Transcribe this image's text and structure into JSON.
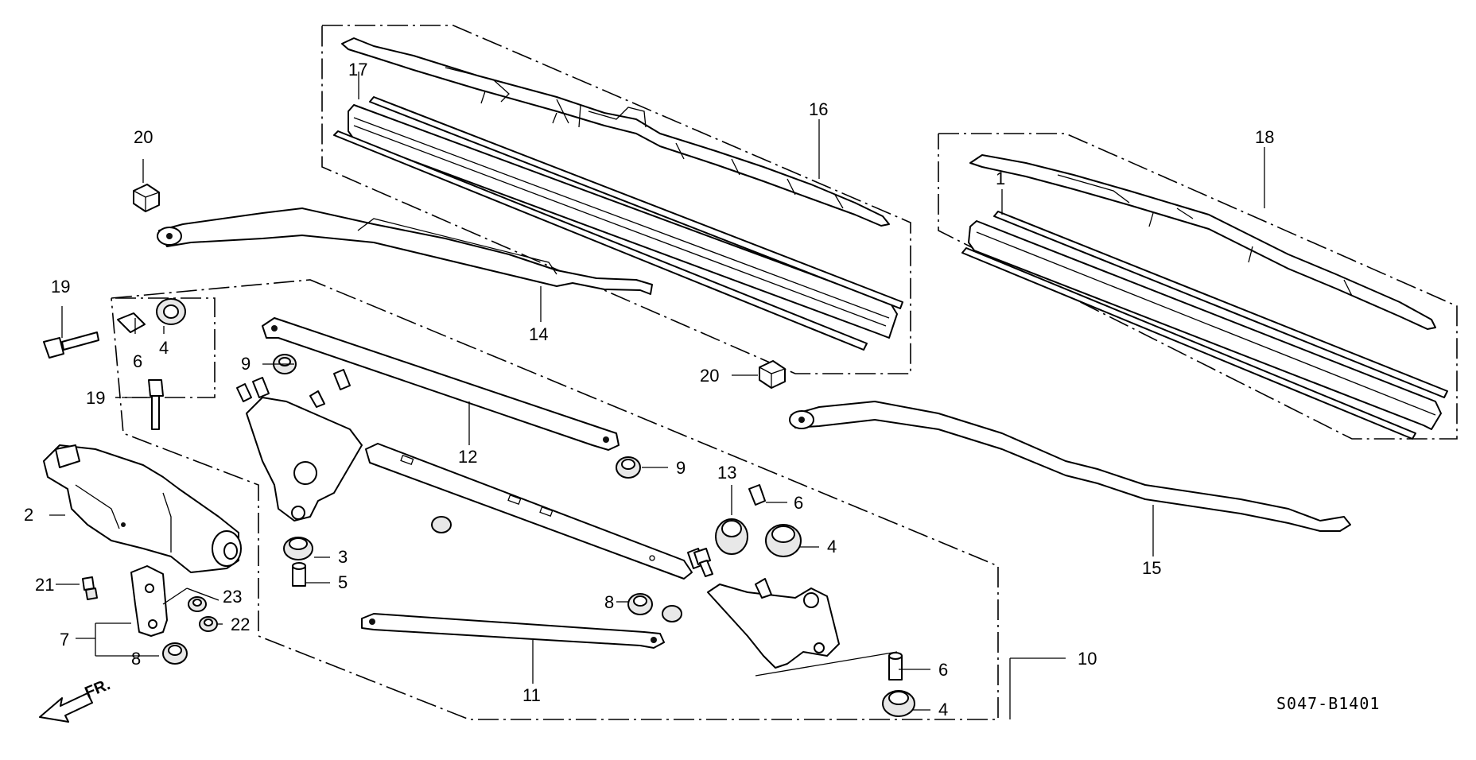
{
  "diagram_code": "S047-B1401",
  "direction_label": "FR.",
  "callouts": {
    "c1": "1",
    "c2": "2",
    "c3": "3",
    "c4a": "4",
    "c4b": "4",
    "c4c": "4",
    "c5": "5",
    "c6a": "6",
    "c6b": "6",
    "c6c": "6",
    "c7": "7",
    "c8a": "8",
    "c8b": "8",
    "c9a": "9",
    "c9b": "9",
    "c10": "10",
    "c11": "11",
    "c12": "12",
    "c13": "13",
    "c14": "14",
    "c15": "15",
    "c16": "16",
    "c17": "17",
    "c18": "18",
    "c19a": "19",
    "c19b": "19",
    "c20a": "20",
    "c20b": "20",
    "c21": "21",
    "c22": "22",
    "c23": "23"
  }
}
